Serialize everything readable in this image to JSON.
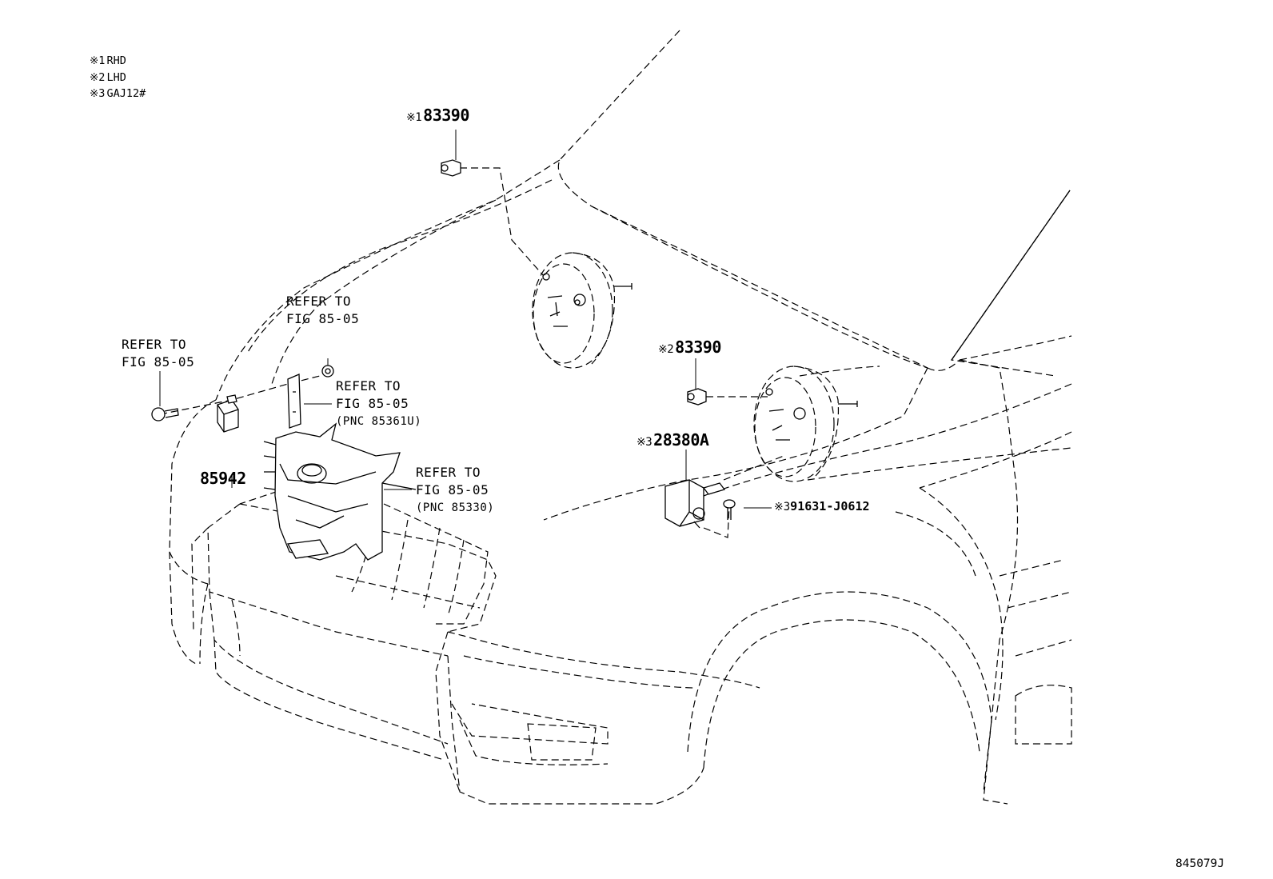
{
  "legend": [
    {
      "mark": "※1",
      "text": "RHD"
    },
    {
      "mark": "※2",
      "text": "LHD"
    },
    {
      "mark": "※3",
      "text": "GAJ12#"
    }
  ],
  "callouts": {
    "sensor_rhd": {
      "note": "※1",
      "part": "83390"
    },
    "sensor_lhd": {
      "note": "※2",
      "part": "83390"
    },
    "switch_gaj": {
      "note": "※3",
      "part": "28380A"
    },
    "screw_gaj": {
      "note": "※3",
      "part": "91631-J0612"
    },
    "relay": {
      "part": "85942"
    }
  },
  "refs": {
    "ref_left": {
      "line1": "REFER TO",
      "line2": "FIG 85-05"
    },
    "ref_upper": {
      "line1": "REFER TO",
      "line2": "FIG 85-05"
    },
    "ref_bracket": {
      "line1": "REFER TO",
      "line2": "FIG 85-05",
      "pnc": "(PNC 85361U)"
    },
    "ref_tank": {
      "line1": "REFER TO",
      "line2": "FIG 85-05",
      "pnc": "(PNC 85330)"
    }
  },
  "figure_id": "845079J"
}
